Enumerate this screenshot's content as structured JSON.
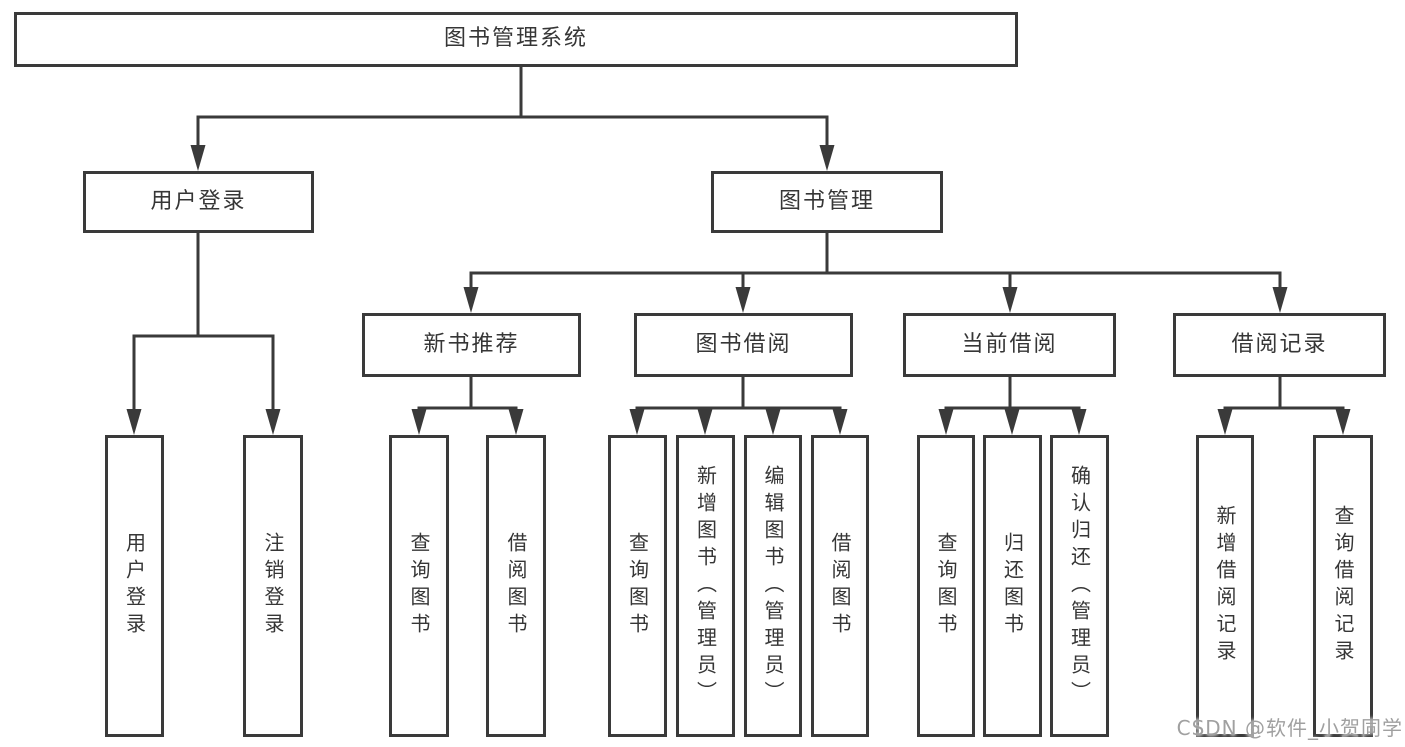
{
  "tree": {
    "label": "图书管理系统",
    "children": [
      {
        "label": "用户登录",
        "children": [
          {
            "label": "用户登录"
          },
          {
            "label": "注销登录"
          }
        ]
      },
      {
        "label": "图书管理",
        "children": [
          {
            "label": "新书推荐",
            "children": [
              {
                "label": "查询图书"
              },
              {
                "label": "借阅图书"
              }
            ]
          },
          {
            "label": "图书借阅",
            "children": [
              {
                "label": "查询图书"
              },
              {
                "label": "新增图书（管理员）"
              },
              {
                "label": "编辑图书（管理员）"
              },
              {
                "label": "借阅图书"
              }
            ]
          },
          {
            "label": "当前借阅",
            "children": [
              {
                "label": "查询图书"
              },
              {
                "label": "归还图书"
              },
              {
                "label": "确认归还（管理员）"
              }
            ]
          },
          {
            "label": "借阅记录",
            "children": [
              {
                "label": "新增借阅记录"
              },
              {
                "label": "查询借阅记录"
              }
            ]
          }
        ]
      }
    ]
  },
  "watermark": {
    "text": "CSDN @软件_小贺同学"
  },
  "colors": {
    "line": "#3a3a3a",
    "text": "#363636",
    "watermark": "#a0a0a0",
    "background": "#ffffff"
  }
}
